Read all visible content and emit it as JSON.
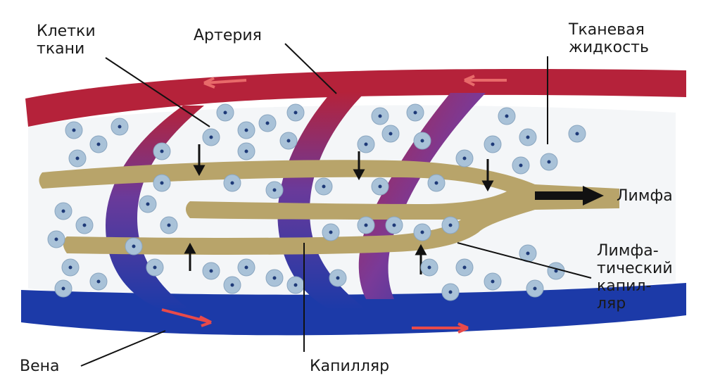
{
  "labels": {
    "tissue_cells": "Клетки\nткани",
    "artery": "Артерия",
    "tissue_fluid": "Тканевая\nжидкость",
    "lymph": "Лимфа",
    "lymph_capillary": "Лимфа-\nтический\nкапил-\nляр",
    "vein": "Вена",
    "capillary": "Капилляр"
  },
  "colors": {
    "artery": "#b5223a",
    "vein": "#1c3aa8",
    "lymph": "#b8a46a",
    "tissue_cell": "#a9c2d8",
    "cell_nucleus": "#1e3a78",
    "pointer": "#111111"
  }
}
